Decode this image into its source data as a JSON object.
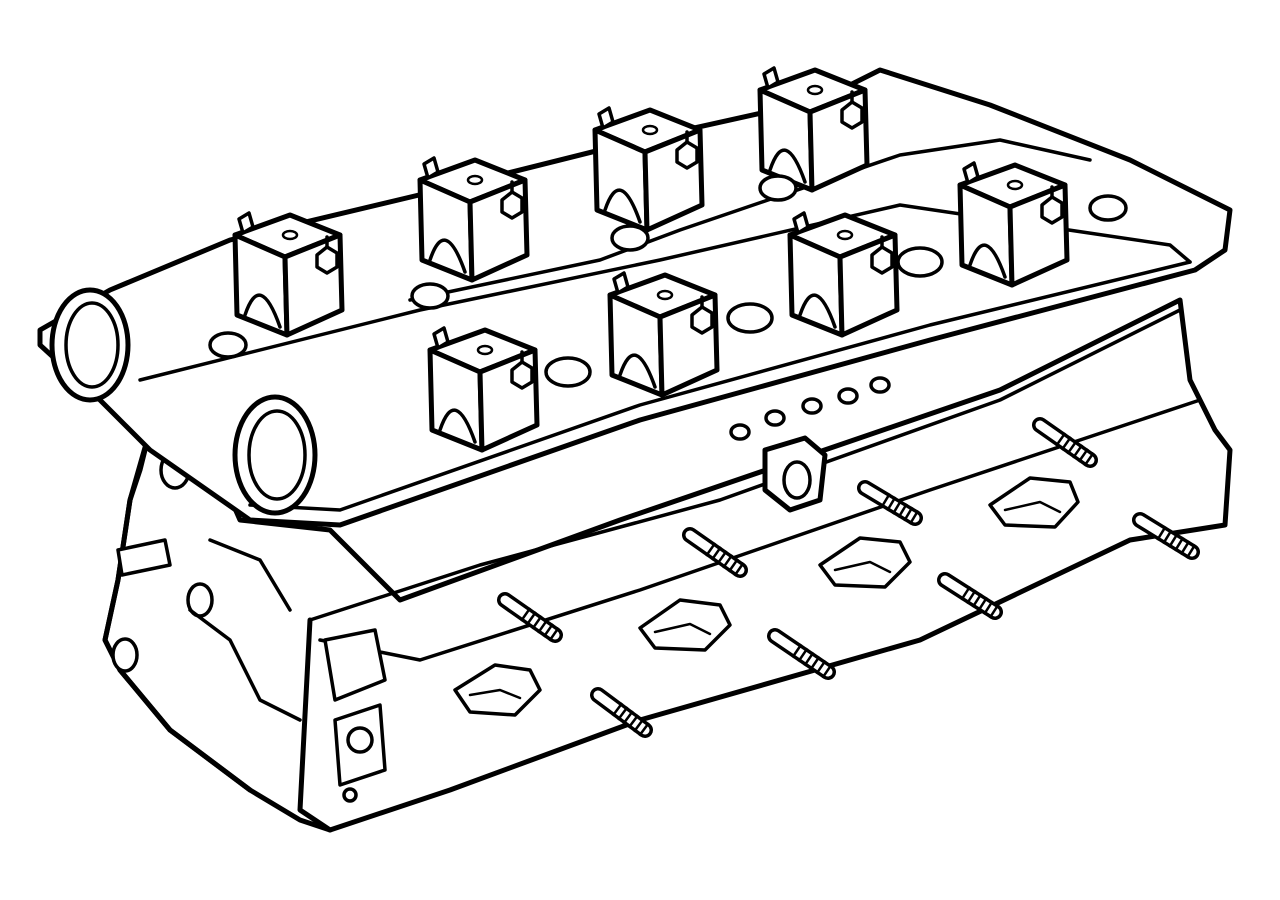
{
  "figure": {
    "subject": "",
    "style": "black line art on white",
    "colors": {
      "line": "#000000",
      "background": "#ffffff"
    }
  },
  "components": {
    "camshaft_bearing_caps_front_row": 4,
    "camshaft_bearing_caps_rear_row": 4,
    "camshaft_bore_seals": 2,
    "exhaust_manifold_studs": 8,
    "exhaust_ports": 4
  }
}
